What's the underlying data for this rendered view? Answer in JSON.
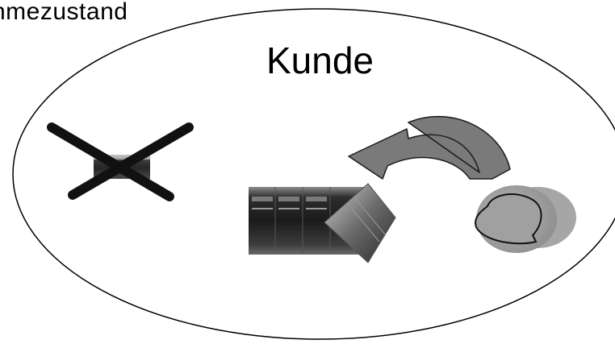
{
  "header": {
    "caption": "nmezustand"
  },
  "diagram": {
    "title": "Kunde",
    "elements": [
      {
        "name": "ellipse-boundary",
        "kind": "shape"
      },
      {
        "name": "crossed-out-device",
        "kind": "icon"
      },
      {
        "name": "tape-cartridge-device",
        "kind": "icon"
      },
      {
        "name": "return-arrow",
        "kind": "arrow"
      },
      {
        "name": "disk-media",
        "kind": "icon"
      }
    ],
    "colors": {
      "outline": "#000000",
      "cross": "#111111",
      "arrow_fill": "#7a7a7a",
      "disk_fill": "#9a9a9a"
    }
  }
}
